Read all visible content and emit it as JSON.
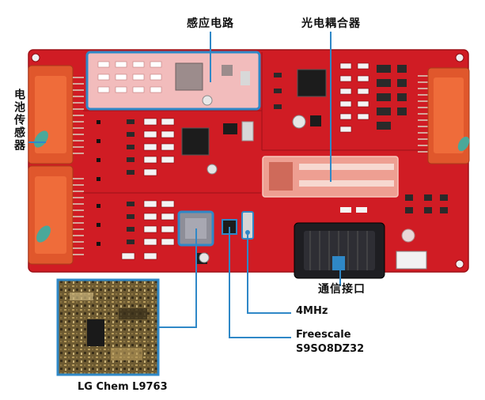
{
  "labels": {
    "sensing_circuit": "感应电路",
    "optocoupler": "光电耦合器",
    "battery_sensor": "电池传感器",
    "comm_interface": "通信接口",
    "crystal": "4MHz",
    "mcu_vendor": "Freescale",
    "mcu_part": "S9SO8DZ32",
    "sensor_chip": "LG Chem L9763"
  },
  "colors": {
    "board": "#d01c24",
    "highlight_box": "#2f88c7",
    "callout": "#2f88c7",
    "connector": "#e0572c",
    "chip": "#1c1c1c"
  }
}
